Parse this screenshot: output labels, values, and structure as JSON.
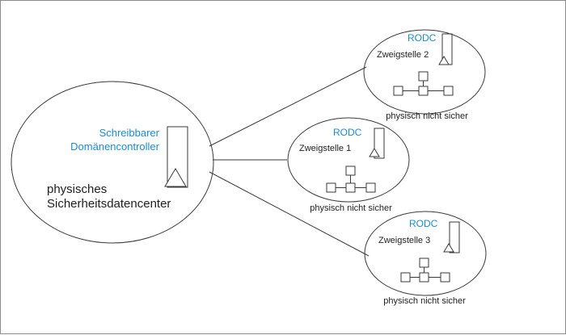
{
  "colors": {
    "accent": "#1a8ccf",
    "ink": "#1e1e1e",
    "stroke": "#3a3a3a"
  },
  "datacenter": {
    "title_line1": "Schreibbarer",
    "title_line2": "Domänencontroller",
    "label_line1": "physisches",
    "label_line2": "Sicherheitsdatencenter"
  },
  "branches": [
    {
      "rodc": "RODC",
      "name": "Zweigstelle 2",
      "status": "physisch nicht sicher"
    },
    {
      "rodc": "RODC",
      "name": "Zweigstelle 1",
      "status": "physisch nicht sicher"
    },
    {
      "rodc": "RODC",
      "name": "Zweigstelle 3",
      "status": "physisch nicht sicher"
    }
  ]
}
